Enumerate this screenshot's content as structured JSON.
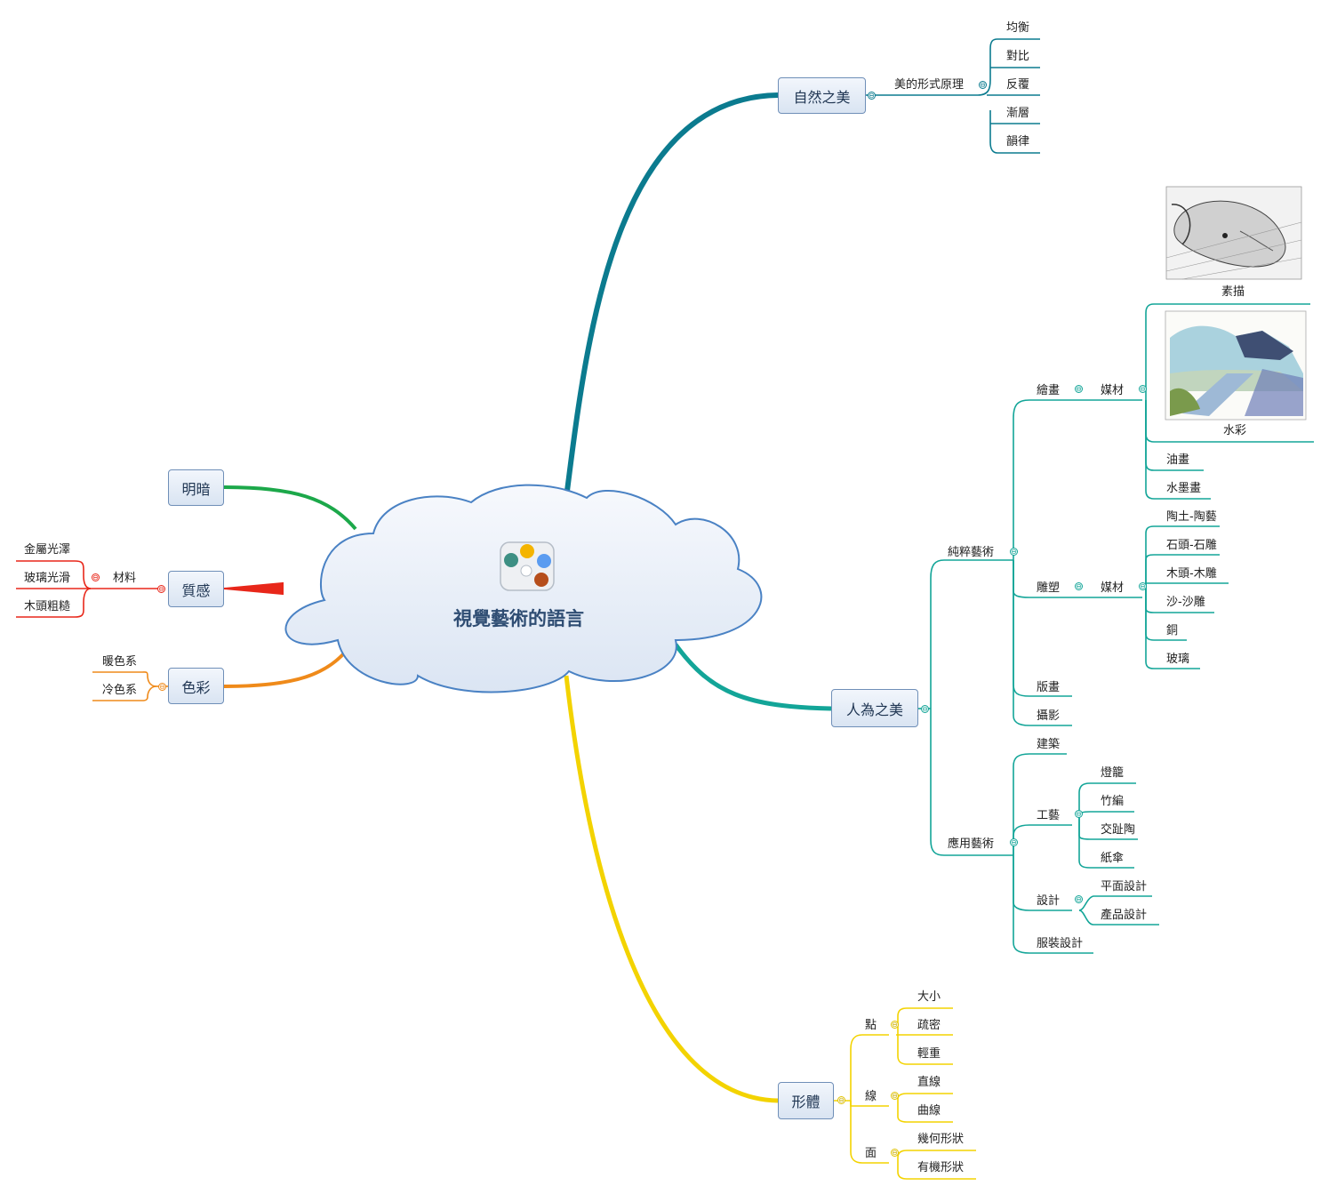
{
  "colors": {
    "teal": "#0b7b8f",
    "green_teal": "#13a598",
    "yellow": "#f3d300",
    "green": "#1ca84a",
    "red": "#e8271a",
    "orange": "#ef8a1a",
    "box_border": "#6f8fb8",
    "title": "#2f4d73"
  },
  "central": {
    "title": "視覺藝術的語言",
    "icon": "palette-icon"
  },
  "nature": {
    "label": "自然之美",
    "sub": "美的形式原理",
    "items": [
      "均衡",
      "對比",
      "反覆",
      "漸層",
      "韻律"
    ]
  },
  "human": {
    "label": "人為之美",
    "pure": {
      "label": "純粹藝術",
      "painting": {
        "label": "繪畫",
        "media": "媒材",
        "sketch": "素描",
        "watercolor": "水彩",
        "oil": "油畫",
        "ink": "水墨畫"
      },
      "sculpture": {
        "label": "雕塑",
        "media": "媒材",
        "items": [
          "陶土-陶藝",
          "石頭-石雕",
          "木頭-木雕",
          "沙-沙雕",
          "銅",
          "玻璃"
        ]
      },
      "print": "版畫",
      "photo": "攝影"
    },
    "applied": {
      "label": "應用藝術",
      "architecture": "建築",
      "craft": {
        "label": "工藝",
        "items": [
          "燈籠",
          "竹編",
          "交趾陶",
          "紙傘"
        ]
      },
      "design": {
        "label": "設計",
        "items": [
          "平面設計",
          "產品設計"
        ]
      },
      "fashion": "服裝設計"
    }
  },
  "form": {
    "label": "形體",
    "point": {
      "label": "點",
      "items": [
        "大小",
        "疏密",
        "輕重"
      ]
    },
    "line": {
      "label": "線",
      "items": [
        "直線",
        "曲線"
      ]
    },
    "plane": {
      "label": "面",
      "items": [
        "幾何形狀",
        "有機形狀"
      ]
    }
  },
  "light": {
    "label": "明暗"
  },
  "texture": {
    "label": "質感",
    "sub": "材料",
    "items": [
      "金屬光澤",
      "玻璃光滑",
      "木頭粗糙"
    ]
  },
  "color": {
    "label": "色彩",
    "items": [
      "暖色系",
      "冷色系"
    ]
  },
  "toggle_symbol": "⊖"
}
